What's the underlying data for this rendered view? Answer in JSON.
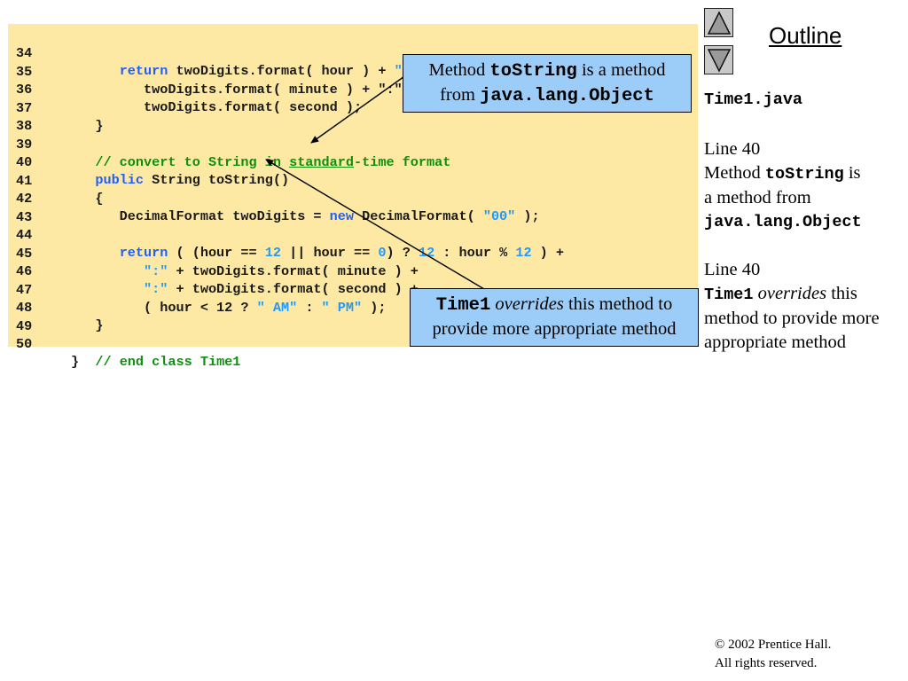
{
  "code_lines": [
    {
      "n": "34"
    },
    {
      "n": "35"
    },
    {
      "n": "36"
    },
    {
      "n": "37"
    },
    {
      "n": "38"
    },
    {
      "n": "39"
    },
    {
      "n": "40"
    },
    {
      "n": "41"
    },
    {
      "n": "42"
    },
    {
      "n": "43"
    },
    {
      "n": "44"
    },
    {
      "n": "45"
    },
    {
      "n": "46"
    },
    {
      "n": "47"
    },
    {
      "n": "48"
    },
    {
      "n": "49"
    },
    {
      "n": "50"
    }
  ],
  "code": {
    "l34": {
      "indent": "      ",
      "kw": "return",
      "rest": " twoDigits.format( hour ) + ",
      "str": "\":\"",
      "tail": " +"
    },
    "l35": {
      "text": "         twoDigits.format( minute ) + \":\" +"
    },
    "l36": {
      "text": "         twoDigits.format( second );"
    },
    "l37": {
      "text": "   }"
    },
    "l38": {
      "text": ""
    },
    "l39": {
      "pre": "   // convert to String in ",
      "ul": "standard",
      "post": "-time format"
    },
    "l40": {
      "indent": "   ",
      "kw": "public",
      "rest": " String toString()"
    },
    "l41": {
      "text": "   {"
    },
    "l42": {
      "pre": "      DecimalFormat twoDigits = ",
      "kw": "new",
      "mid": " DecimalFormat( ",
      "str": "\"00\"",
      "post": " );"
    },
    "l43": {
      "text": ""
    },
    "l44": {
      "indent": "      ",
      "kw": "return",
      "a": " ( (hour == ",
      "n1": "12",
      "b": " || hour == ",
      "n2": "0",
      "c": ") ? ",
      "n3": "12",
      "d": " : hour % ",
      "n4": "12",
      "e": " ) +"
    },
    "l45": {
      "indent": "         ",
      "str": "\":\"",
      "rest": " + twoDigits.format( minute ) +"
    },
    "l46": {
      "indent": "         ",
      "str": "\":\"",
      "rest": " + twoDigits.format( second ) +"
    },
    "l47": {
      "pre": "         ( hour < 12 ? ",
      "s1": "\" AM\"",
      "mid": " : ",
      "s2": "\" PM\"",
      "post": " );"
    },
    "l48": {
      "text": "   }"
    },
    "l49": {
      "text": ""
    },
    "l50": {
      "brace": "}",
      "cmt": "  // end class Time1"
    }
  },
  "callout1": {
    "a": "Method ",
    "b": "toString",
    "c": " is a method",
    "d": "from ",
    "e": "java.lang.Object"
  },
  "callout2": {
    "a": "Time1",
    "b": " overrides",
    "c": " this method to",
    "d": "provide more appropriate method"
  },
  "nav": {
    "up_icon": "triangle-up-icon",
    "down_icon": "triangle-down-icon"
  },
  "outline_title": "Outline",
  "side": {
    "file": "Time1.java",
    "block1": {
      "line": "Line 40",
      "a": "Method ",
      "b": "toString",
      "c": " is",
      "d": "a method from",
      "e": "java.lang.Object"
    },
    "block2": {
      "line": "Line 40",
      "a": "Time1",
      "b": " overrides",
      "c": " this",
      "d": "method to provide more",
      "e": "appropriate method"
    }
  },
  "footer": {
    "line1": "© 2002 Prentice Hall.",
    "line2": "All rights reserved."
  },
  "colors": {
    "code_bg": "#fde9a4",
    "keyword": "#1f5fff",
    "string": "#1f98ff",
    "comment": "#0f8f0f",
    "callout_bg": "#9ccdf8"
  }
}
